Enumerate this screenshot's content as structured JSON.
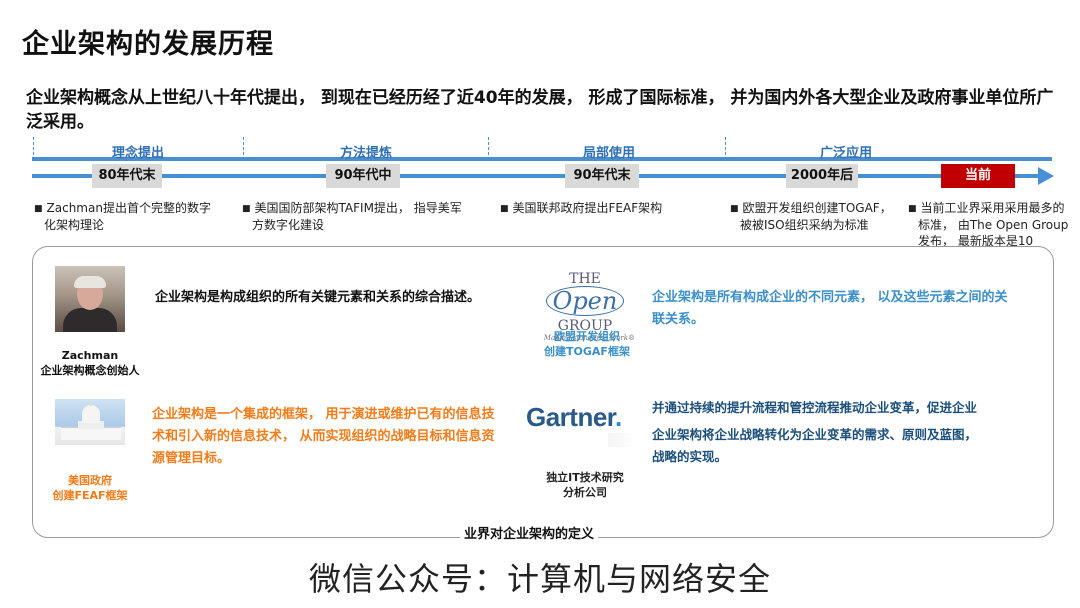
{
  "title": "企业架构的发展历程",
  "intro": "企业架构概念从上世纪八十年代提出， 到现在已经历经了近40年的发展， 形成了国际标准， 并为国内外各大型企业及政府事业单位所广泛采用。",
  "timeline": {
    "phases": [
      "理念提出",
      "方法提炼",
      "局部使用",
      "广泛应用"
    ],
    "periods": [
      "80年代末",
      "90年代中",
      "90年代末",
      "2000年后",
      "当前"
    ],
    "notes": [
      [
        "Zachman提出首个完整的数字",
        "化架构理论"
      ],
      [
        "美国国防部架构TAFIM提出， 指导美军",
        "方数字化建设"
      ],
      [
        "美国联邦政府提出FEAF架构"
      ],
      [
        "欧盟开发组织创建TOGAF，",
        "被被ISO组织采纳为标准"
      ],
      [
        "当前工业界采用采用最多的",
        "标准， 由The Open Group",
        "发布， 最新版本是10"
      ]
    ],
    "colors": {
      "axis": "#4a8fd1",
      "current": "#c00000",
      "period_bg": "#d9d9d9"
    }
  },
  "definitions": {
    "panel_title": "业界对企业架构的定义",
    "zachman": {
      "caption": [
        "Zachman",
        "企业架构概念创始人"
      ],
      "text": "企业架构是构成组织的所有关键元素和关系的综合描述。"
    },
    "opengroup": {
      "logo_the": "THE",
      "logo_open": "Open",
      "logo_group": "GROUP",
      "logo_sub": "Making standards work®",
      "caption": [
        "欧盟开发组织",
        "创建TOGAF框架"
      ],
      "text": [
        "企业架构是所有构成企业的不同元素， 以及这些元素之间的关",
        "联关系。"
      ]
    },
    "feaf": {
      "caption": [
        "美国政府",
        "创建FEAF框架"
      ],
      "text": [
        "企业架构是一个集成的框架， 用于演进或维护已有的信息技",
        "术和引入新的信息技术， 从而实现组织的战略目标和信息资",
        "源管理目标。"
      ]
    },
    "gartner": {
      "logo": "Gartner",
      "caption": [
        "独立IT技术研究",
        "分析公司"
      ],
      "text": [
        "并通过持续的提升流程和管控流程推动企业变革，促进企业",
        "企业架构将企业战略转化为企业变革的需求、原则及蓝图，",
        "战略的实现。"
      ]
    },
    "colors": {
      "orange": "#f07c1a",
      "blue": "#3b8fc9",
      "dark_blue": "#1c4f7c"
    }
  },
  "footer": "微信公众号：计算机与网络安全"
}
